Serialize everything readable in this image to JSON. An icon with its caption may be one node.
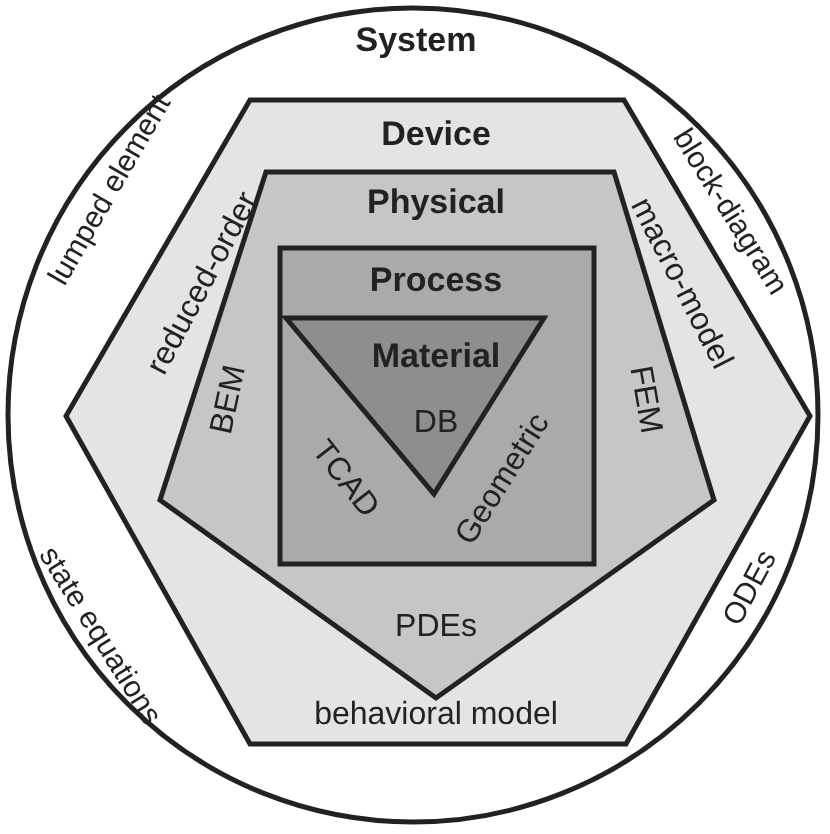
{
  "diagram": {
    "nodes": [
      {
        "text": [
          "System",
          "lumped element",
          "block-diagram",
          "state equations",
          "ODEs"
        ]
      },
      {
        "text": [
          "Device",
          "reduced-order",
          "macro-model",
          "behavioral model"
        ],
        "in": 0
      },
      {
        "text": [
          "Physical",
          "BEM",
          "FEM",
          "PDEs"
        ],
        "in": 1
      },
      {
        "text": [
          "Process",
          "TCAD",
          "Geometric"
        ],
        "in": 2
      },
      {
        "text": [
          "Material",
          "DB"
        ],
        "in": 3
      }
    ]
  }
}
